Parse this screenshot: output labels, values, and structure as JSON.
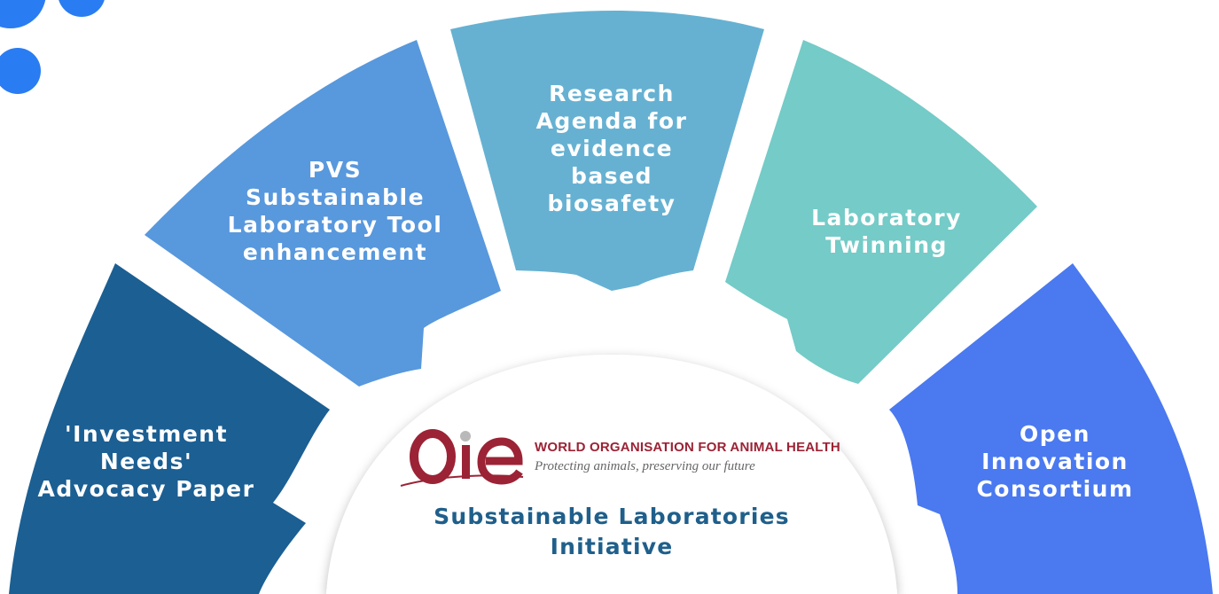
{
  "colors": {
    "investment": "#1b5f93",
    "pvs": "#5898dd",
    "research": "#66b1d2",
    "twinning": "#74cbc7",
    "consortium": "#4a79f0",
    "dots": "#2a7cf2",
    "center": "#ffffff",
    "title": "#1f5f8b",
    "logo": "#9b2335"
  },
  "segments": {
    "investment": {
      "lines": [
        "'Investment",
        "Needs'",
        "Advocacy Paper"
      ]
    },
    "pvs": {
      "lines": [
        "PVS",
        "Substainable",
        "Laboratory Tool",
        "enhancement"
      ]
    },
    "research": {
      "lines": [
        "Research",
        "Agenda for",
        "evidence based",
        "biosafety"
      ]
    },
    "twinning": {
      "lines": [
        "Laboratory",
        "Twinning"
      ]
    },
    "consortium": {
      "lines": [
        "Open",
        "Innovation",
        "Consortium"
      ]
    }
  },
  "center": {
    "logo": {
      "letters": "Oie",
      "org_name": "WORLD ORGANISATION FOR ANIMAL HEALTH",
      "tagline": "Protecting animals, preserving our future"
    },
    "title_lines": [
      "Substainable Laboratories",
      "Initiative"
    ]
  }
}
